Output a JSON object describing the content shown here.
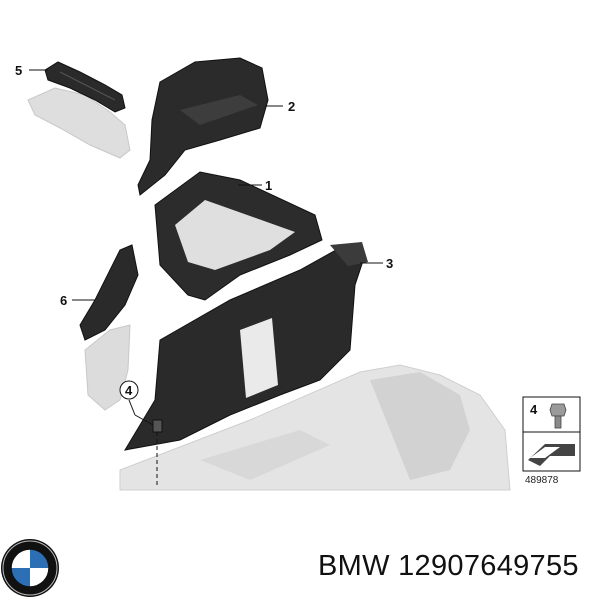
{
  "callouts": {
    "c1": "1",
    "c2": "2",
    "c3": "3",
    "c4": "4",
    "c5": "5",
    "c6": "6"
  },
  "detail_box": {
    "part_number": "4",
    "drawing_number": "489878"
  },
  "footer": {
    "brand_logo": "bmw-logo",
    "caption": "BMW 12907649755"
  },
  "colors": {
    "part_fill": "#2a2a2a",
    "ghost_fill": "#dcdcdc",
    "line": "#111111"
  }
}
